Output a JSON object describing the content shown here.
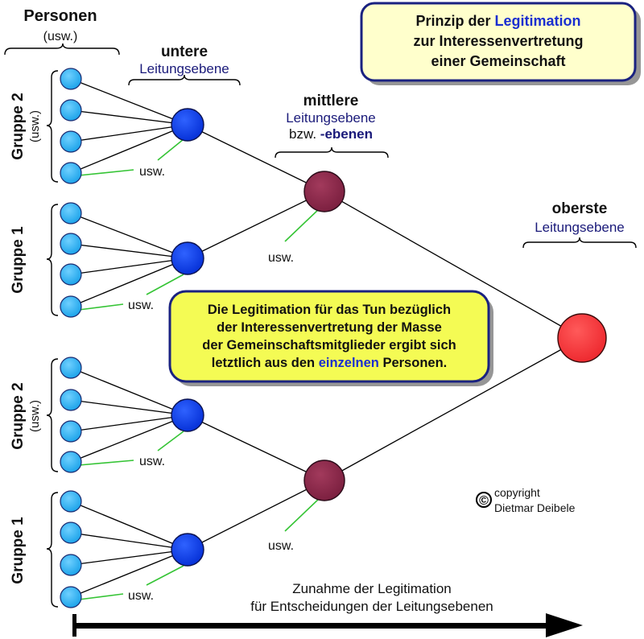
{
  "header": {
    "persons_title": "Personen",
    "persons_sub": "(usw.)",
    "lower_l1": "untere",
    "lower_l2": "Leitungsebene",
    "middle_l1": "mittlere",
    "middle_l2": "Leitungsebene",
    "middle_l3a": "bzw. ",
    "middle_l3b": "-ebenen",
    "top_l1": "oberste",
    "top_l2": "Leitungsebene"
  },
  "title_box": {
    "l1a": "Prinzip der ",
    "l1b": "Legitimation",
    "l2": "zur Interessenvertretung",
    "l3": "einer Gemeinschaft"
  },
  "groups": [
    {
      "label": "Gruppe 2",
      "sub": "(usw.)"
    },
    {
      "label": "Gruppe 1",
      "sub": ""
    },
    {
      "label": "Gruppe 2",
      "sub": "(usw.)"
    },
    {
      "label": "Gruppe 1",
      "sub": ""
    }
  ],
  "usw": "usw.",
  "info_box": {
    "l1": "Die Legitimation für das Tun bezüglich",
    "l2": "der Interessenvertretung der Masse",
    "l3": "der Gemeinschaftsmitglieder ergibt sich",
    "l4a": "letztlich aus den ",
    "l4b": "einzelnen",
    "l4c": " Personen."
  },
  "copyright": {
    "symbol": "©",
    "l1": "copyright",
    "l2": "Dietmar Deibele"
  },
  "arrow": {
    "l1": "Zunahme der Legitimation",
    "l2": "für Entscheidungen der Leitungsebenen"
  },
  "colors": {
    "person": "#29abef",
    "lower": "#0a3ff0",
    "middle": "#8b2a4a",
    "top": "#f8333a",
    "box_fill": "#ffffcc",
    "info_fill": "#f4fb54",
    "box_border": "#1a2280",
    "usw_line": "#35c435"
  }
}
